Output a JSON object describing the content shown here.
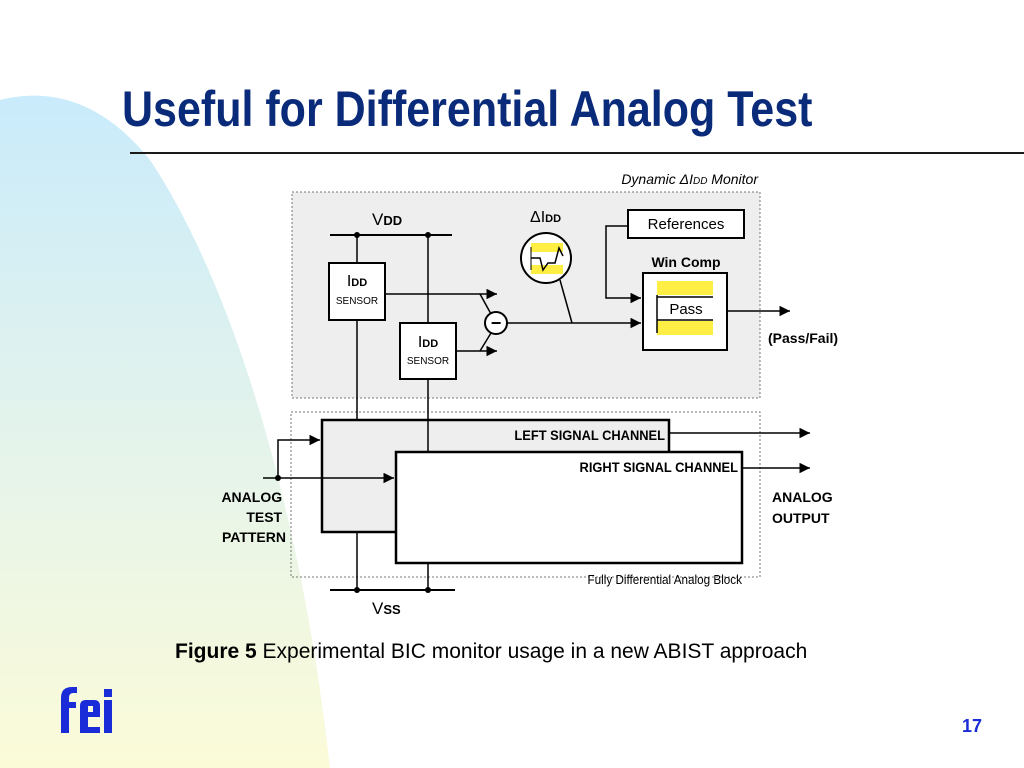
{
  "slide": {
    "title": "Useful for Differential Analog Test",
    "page_number": "17",
    "logo_text": "fei"
  },
  "diagram": {
    "monitor_label_prefix": "Dynamic ",
    "monitor_label_delta": "ΔI",
    "monitor_label_sub": "DD",
    "monitor_label_suffix": " Monitor",
    "vdd_main": "V",
    "vdd_sub": "DD",
    "delta_idd_main": "ΔI",
    "delta_idd_sub": "DD",
    "references": "References",
    "win_comp": "Win Comp",
    "pass": "Pass",
    "pass_fail": "(Pass/Fail)",
    "sensor1_main": "I",
    "sensor1_sub": "DD",
    "sensor1_label": "SENSOR",
    "sensor2_main": "I",
    "sensor2_sub": "DD",
    "sensor2_label": "SENSOR",
    "minus": "−",
    "left_channel": "LEFT SIGNAL CHANNEL",
    "right_channel": "RIGHT SIGNAL CHANNEL",
    "analog_test_pattern_1": "ANALOG",
    "analog_test_pattern_2": "TEST",
    "analog_test_pattern_3": "PATTERN",
    "analog_output_1": "ANALOG",
    "analog_output_2": "OUTPUT",
    "block_label": "Fully Differential Analog Block",
    "vss_main": "V",
    "vss_sub": "SS"
  },
  "caption": {
    "figure": "Figure 5",
    "text": " Experimental BIC monitor usage in a new ABIST approach"
  },
  "colors": {
    "title": "#0a2a7a",
    "page_number": "#1a2bd8",
    "logo": "#1a2bd8",
    "highlight": "#ffee44",
    "panel": "#eeeeee"
  }
}
